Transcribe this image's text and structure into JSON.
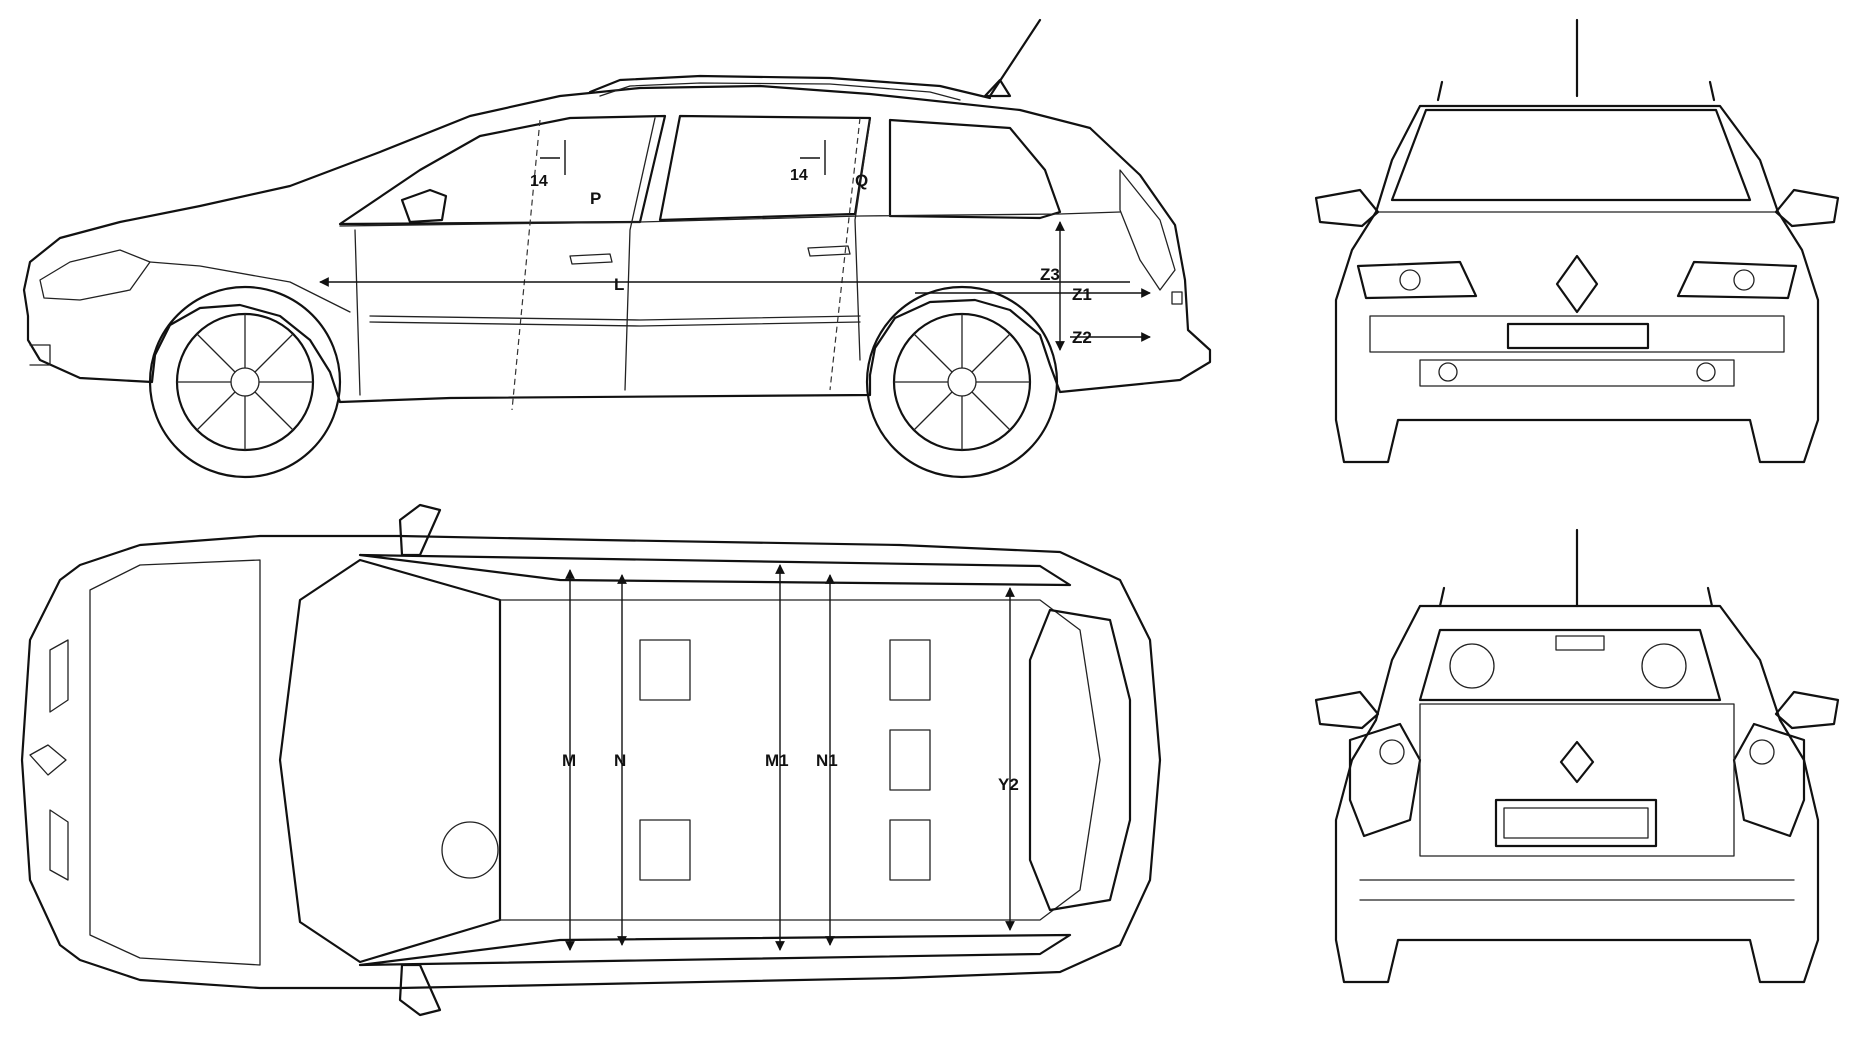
{
  "side_view": {
    "labels": {
      "door_front": "14",
      "door_rear": "14",
      "p": "P",
      "q": "Q",
      "l": "L",
      "z3": "Z3",
      "z1": "Z1",
      "z2": "Z2"
    }
  },
  "top_view": {
    "labels": {
      "m": "M",
      "n": "N",
      "m1": "M1",
      "n1": "N1",
      "y2": "Y2"
    }
  },
  "front_view": {},
  "rear_view": {}
}
